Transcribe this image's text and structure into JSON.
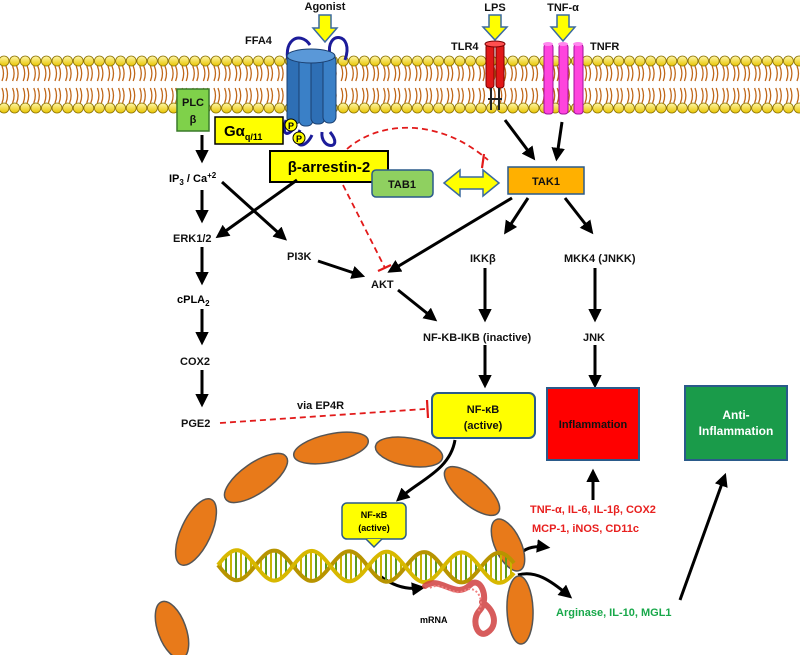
{
  "receptors": {
    "ffa4": "FFA4",
    "agonist": "Agonist",
    "lps": "LPS",
    "tlr4": "TLR4",
    "tnfa": "TNF-α",
    "tnfr": "TNFR"
  },
  "nodes": {
    "plc": "PLC",
    "plc_beta": "β",
    "gaq_main": "Gα",
    "gaq_sub": "q/11",
    "phospho": "P",
    "barrestin": "β-arrestin-2",
    "tab1": "TAB1",
    "tak1": "TAK1",
    "ip3": "IP",
    "ip3_sub": "3",
    "ca": " / Ca",
    "ca_sup": "+2",
    "erk": "ERK1/2",
    "cpla": "cPLA",
    "cpla_sub": "2",
    "cox2": "COX2",
    "pge2": "PGE2",
    "via": "via EP4R",
    "pi3k": "PI3K",
    "akt": "AKT",
    "ikk": "IKKβ",
    "mkk4": "MKK4 (JNKK)",
    "nfkb_ikb": "NF-ΚB-IKB (inactive)",
    "jnk": "JNK",
    "nfkb_active_l1": "NF-κB",
    "nfkb_active_l2": "(active)",
    "nuc_nfkb_l1": "NF-κB",
    "nuc_nfkb_l2": "(active)",
    "mrna": "mRNA"
  },
  "outputs": {
    "inflammation": "Inflammation",
    "anti_l1": "Anti-",
    "anti_l2": "Inflammation",
    "pro_line1": "TNF-α, IL-6, IL-1β, COX2",
    "pro_line2": "MCP-1, iNOS, CD11c",
    "anti_line": "Arginase, IL-10, MGL1"
  },
  "colors": {
    "pro": "#e8201f",
    "anti": "#18a84a",
    "inflammation_box": "#ff0000",
    "anti_box": "#1a9b4a",
    "yellow": "#ffff00",
    "plc_green": "#7fd14a",
    "tab1_green": "#8fd060",
    "tak1_orange": "#ffb000",
    "nucleus": "#e87a1a",
    "ffa4_blue": "#2e6fb5",
    "tlr4_red": "#e01818",
    "tnfr_pink": "#ff44dd"
  }
}
